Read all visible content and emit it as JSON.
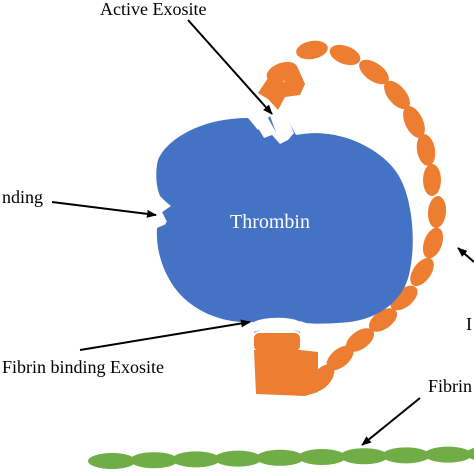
{
  "labels": {
    "active_exosite": "Active Exosite",
    "binding_partial": "nding",
    "thrombin": "Thrombin",
    "fibrin_binding_exosite": "Fibrin binding Exosite",
    "fibrin_partial": "Fibrin",
    "right_partial": "I"
  },
  "colors": {
    "thrombin": "#4472c4",
    "chain": "#ed7d31",
    "fibrin": "#70ad47",
    "arrow": "#000000"
  }
}
